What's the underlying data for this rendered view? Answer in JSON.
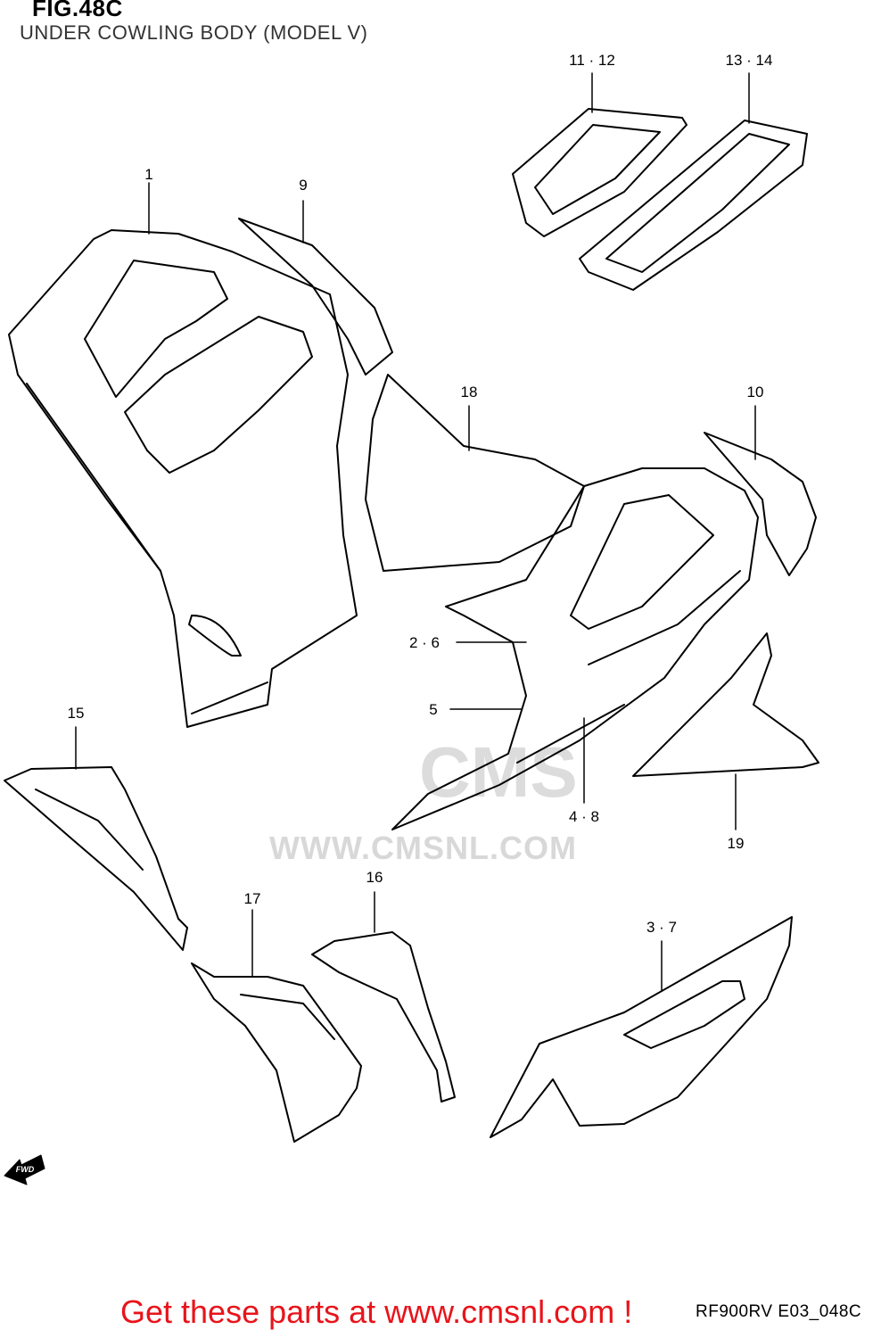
{
  "header": {
    "figure": "FIG.48C",
    "subtitle": "UNDER COWLING BODY (MODEL V)"
  },
  "callouts": [
    {
      "id": "c1",
      "label": "1"
    },
    {
      "id": "c9",
      "label": "9"
    },
    {
      "id": "c11",
      "label": "11 · 12"
    },
    {
      "id": "c13",
      "label": "13 · 14"
    },
    {
      "id": "c18",
      "label": "18"
    },
    {
      "id": "c10",
      "label": "10"
    },
    {
      "id": "c26",
      "label": "2 · 6"
    },
    {
      "id": "c5",
      "label": "5"
    },
    {
      "id": "c48",
      "label": "4 · 8"
    },
    {
      "id": "c19",
      "label": "19"
    },
    {
      "id": "c15",
      "label": "15"
    },
    {
      "id": "c16",
      "label": "16"
    },
    {
      "id": "c17",
      "label": "17"
    },
    {
      "id": "c37",
      "label": "3 · 7"
    }
  ],
  "watermark": {
    "logo": "CMS",
    "url": "WWW.CMSNL.COM"
  },
  "fwd_arrow": {
    "label": "FWD"
  },
  "reference_code": "RF900RV E03_048C",
  "footer": {
    "text": "Get these parts at www.cmsnl.com !",
    "color": "#e8141b"
  }
}
